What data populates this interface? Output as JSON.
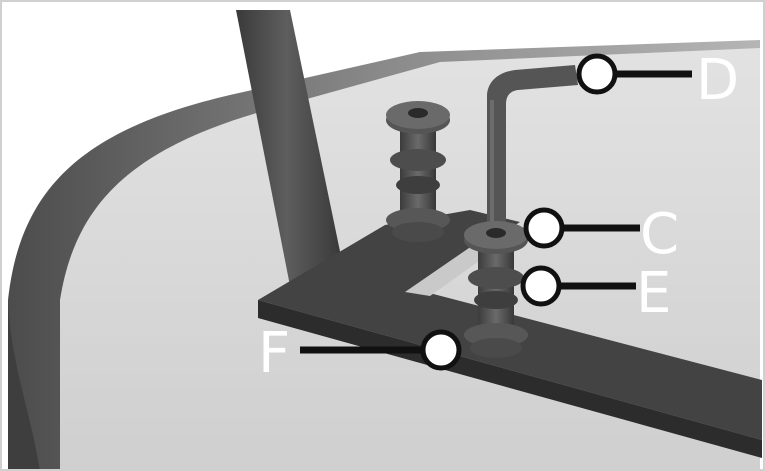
{
  "callouts": [
    {
      "id": "D",
      "label": "D"
    },
    {
      "id": "C",
      "label": "C"
    },
    {
      "id": "E",
      "label": "E"
    },
    {
      "id": "F",
      "label": "F"
    }
  ],
  "colors": {
    "background": "#ffffff",
    "surface": "#d6d6d6",
    "metal": "#4a4a4a",
    "callout_dot": "#ffffff",
    "callout_line": "#111111",
    "callout_text": "#ffffff"
  }
}
